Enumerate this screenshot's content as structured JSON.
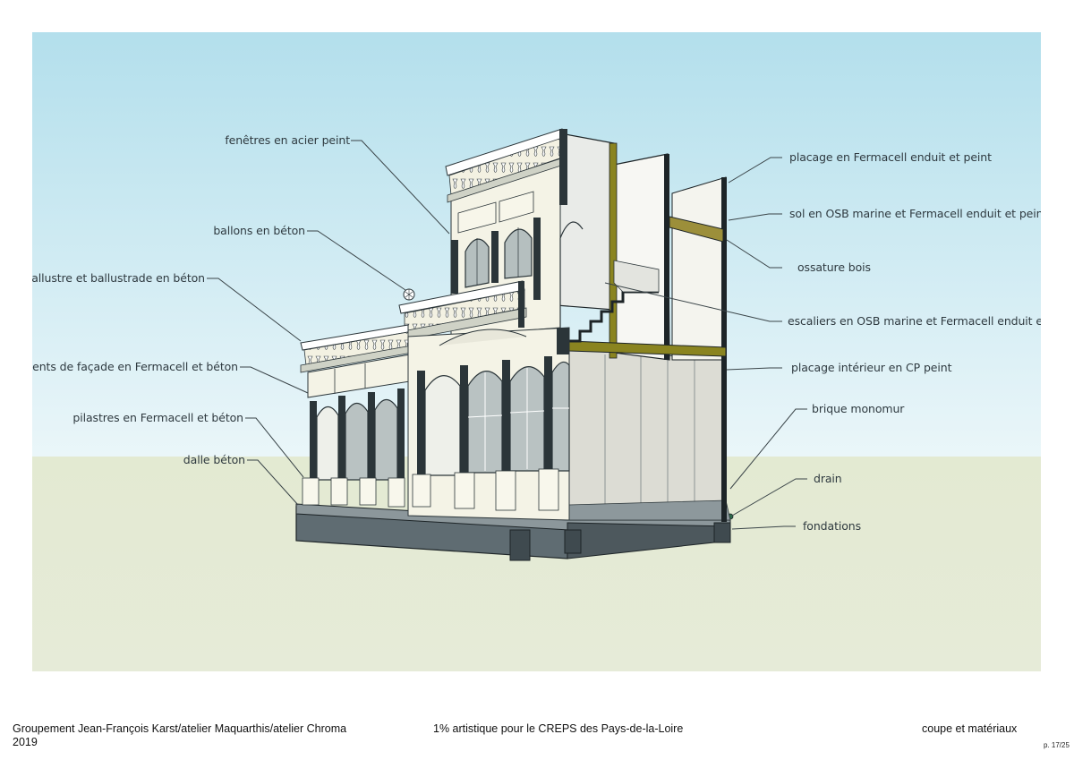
{
  "colors": {
    "sky_top": "#b3dfec",
    "sky_bottom": "#eaf6f9",
    "ground": "#e5ebd5",
    "facade": "#f4f3e6",
    "dark": "#2b3539",
    "wood": "#8a8420",
    "slab": "#5d6a70",
    "label_text": "#2f3a40"
  },
  "labels_left": [
    {
      "id": "fenetres",
      "text": "fenêtres en acier peint"
    },
    {
      "id": "ballons",
      "text": "ballons en béton"
    },
    {
      "id": "ballustre",
      "text": "ballustre et ballustrade en béton"
    },
    {
      "id": "elements",
      "text": "éléments de façade en Fermacell et béton"
    },
    {
      "id": "pilastres",
      "text": "pilastres en Fermacell et béton"
    },
    {
      "id": "dalle",
      "text": "dalle béton"
    }
  ],
  "labels_right": [
    {
      "id": "placage",
      "text": "placage en Fermacell enduit et peint"
    },
    {
      "id": "sol",
      "text": "sol en OSB marine et Fermacell enduit et peint"
    },
    {
      "id": "ossature",
      "text": "ossature bois"
    },
    {
      "id": "escaliers",
      "text": "escaliers en OSB marine et Fermacell enduit et peint"
    },
    {
      "id": "placage_int",
      "text": "placage intérieur en CP peint"
    },
    {
      "id": "brique",
      "text": "brique monomur"
    },
    {
      "id": "drain",
      "text": "drain"
    },
    {
      "id": "fondations",
      "text": "fondations"
    }
  ],
  "footer": {
    "authors": "Groupement Jean-François Karst/atelier Maquarthis/atelier Chroma",
    "year": "2019",
    "project": "1% artistique pour le CREPS des Pays-de-la-Loire",
    "section": "coupe et matériaux",
    "page": "p. 17/25"
  }
}
